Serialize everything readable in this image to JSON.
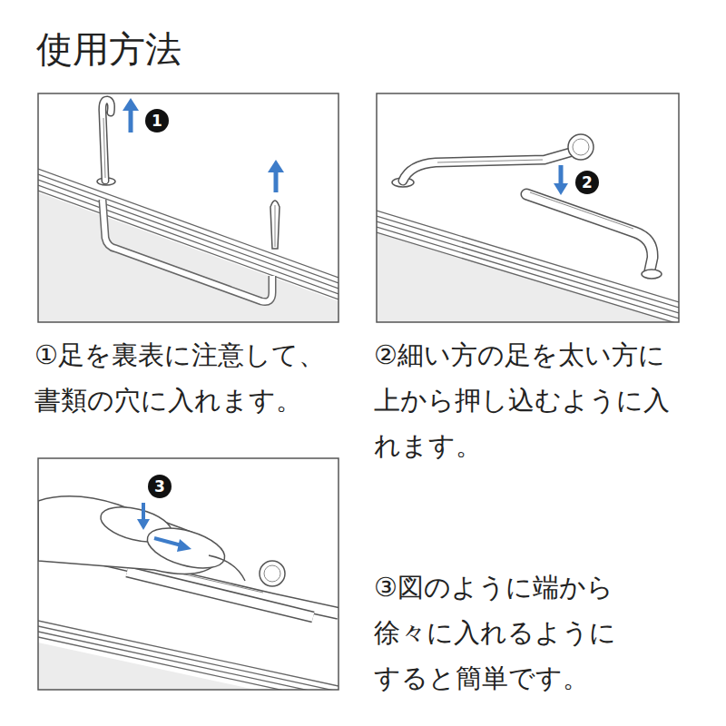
{
  "diagram": {
    "title": "使用方法",
    "labels": [
      "1",
      "①足を裏表に注意して、書類の穴に入れます。",
      "2",
      "②細い方の足を太い方に上から押し込むように入れます。",
      "3",
      "③図のように端から徐々に入れるようにすると簡単です。"
    ]
  }
}
